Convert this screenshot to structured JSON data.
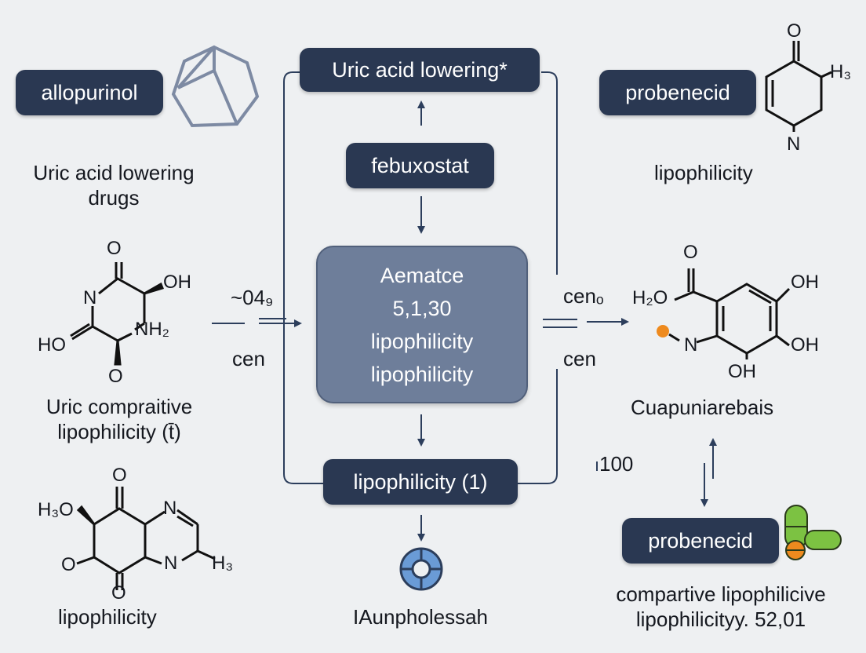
{
  "colors": {
    "pill": "#2a3852",
    "center": "#6e7e9a",
    "line": "#2c3e5c",
    "accent_orange": "#ee8a1e",
    "accent_green": "#7cc242",
    "ring_blue": "#6a9bd6"
  },
  "top_box": "Uric acid lowering*",
  "febuxostat": "febuxostat",
  "center": {
    "line1": "Aematce",
    "line2": "5,1,30",
    "line3": "lipophilicity",
    "line4": "lipophilicity"
  },
  "bottom_box": "lipophilicity (1)",
  "bottom_label": "IAunpholessah",
  "left": {
    "allopurinol": "allopurinol",
    "caption1_line1": "Uric acid lowering",
    "caption1_line2": "drugs",
    "arrow_label_top": "~04₉",
    "arrow_label_bottom": "cen",
    "caption2_line1": "Uric compraitive",
    "caption2_line2": "lipophilicity (t̄)",
    "caption3": "lipophilicity",
    "mol1": {
      "o_top": "O",
      "oh": "OH",
      "n": "N",
      "nh2": "NH₂",
      "ho": "HO",
      "o_bot": "O"
    },
    "mol2": {
      "o_top": "O",
      "h3o": "H₃O",
      "n1": "N",
      "o_left": "O",
      "n2": "N",
      "h3": "H₃",
      "o_bot": "O"
    }
  },
  "right": {
    "probenecid_top": "probenecid",
    "caption1": "lipophilicity",
    "arrow_label_top": "cenₒ",
    "arrow_label_bottom": "cen",
    "caption2": "Cuapuniarebais",
    "num_label": "100",
    "probenecid_bottom": "probenecid",
    "caption3_line1": "compartive lipophilicive",
    "caption3_line2": "lipophilicityy. 52,01",
    "mol1": {
      "o": "O",
      "h3": "H₃",
      "n": "N"
    },
    "mol2": {
      "o_top": "O",
      "h2o": "H₂O",
      "oh1": "OH",
      "n": "N",
      "oh2": "OH",
      "oh3": "OH"
    }
  }
}
